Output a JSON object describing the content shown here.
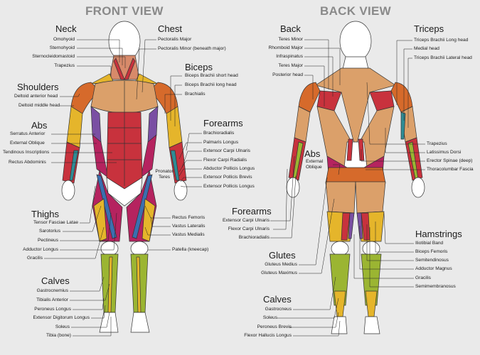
{
  "colors": {
    "background": "#eaeaea",
    "skin": "#ffffff",
    "outline": "#333333",
    "muscle_tan": "#dba06a",
    "muscle_red": "#c8323d",
    "muscle_magenta": "#b5235f",
    "muscle_yellow": "#e5b52b",
    "muscle_green": "#9bb532",
    "muscle_teal": "#2f8c95",
    "muscle_purple": "#7a4fa3",
    "muscle_orange": "#d66a2b",
    "muscle_blue": "#3b6fb0",
    "title_gray": "#8a8a8a"
  },
  "front": {
    "title": "FRONT VIEW",
    "neck": {
      "title": "Neck",
      "items": [
        "Omohyoid",
        "Sternohyoid",
        "Sternocleidomastoid",
        "Trapezius"
      ]
    },
    "shoulders": {
      "title": "Shoulders",
      "items": [
        "Deltoid anterior head",
        "Deltoid middle head"
      ]
    },
    "abs": {
      "title": "Abs",
      "items": [
        "Serratus Anterior",
        "External Oblique",
        "Tendinous Inscriptions",
        "Rectus Abdominis"
      ]
    },
    "thighs": {
      "title": "Thighs",
      "items": [
        "Tensor Fasciae Latae",
        "Sarotorius",
        "Pectineus",
        "Adductor Longus",
        "Gracilis"
      ]
    },
    "calves": {
      "title": "Calves",
      "items": [
        "Gastrocnemius",
        "Tibialis Anterior",
        "Peroneus Longus",
        "Extensor Digitorum Longus",
        "Soleus",
        "Tibia (bone)"
      ]
    },
    "chest": {
      "title": "Chest",
      "items": [
        "Pectoralis Major",
        "Pectoralis Minor (beneath major)"
      ]
    },
    "biceps": {
      "title": "Biceps",
      "items": [
        "Biceps Brachii short head",
        "Biceps Brachii long head",
        "Brachialis"
      ]
    },
    "forearms": {
      "title": "Forearms",
      "items": [
        "Brachioradialis",
        "Palmaris Longus",
        "Extensor Carpi Ulnaris",
        "Flexor Carpi Radialis",
        "Abductor Pollicis Longus",
        "Extensor Pollicis Brevis",
        "Extensor Pollicis Longus"
      ]
    },
    "pronator": "Pronator Teres",
    "legs": {
      "items": [
        "Rectus Femoris",
        "Vastus Lateralis",
        "Vastus Medialis",
        "Patella (kneecap)"
      ]
    }
  },
  "back": {
    "title": "BACK VIEW",
    "back": {
      "title": "Back",
      "items": [
        "Teres Minor",
        "Rhomboid Major",
        "Infraspinatus",
        "Teres Major",
        "Posterior head"
      ]
    },
    "triceps": {
      "title": "Triceps",
      "items": [
        "Triceps Brachii Long head",
        "Medial head",
        "Triceps Brachii Lateral head"
      ]
    },
    "abs": {
      "title": "Abs",
      "sub": "External Oblique"
    },
    "right": {
      "items": [
        "Trapezius",
        "Latissimus Dorsi",
        "Erector Spinae (deep)",
        "Thoracolumbar Fascia"
      ]
    },
    "forearms": {
      "title": "Forearms",
      "items": [
        "Extensor Carpi Ulnaris",
        "Flexor Carpi Ulnaris",
        "Brachioradialis"
      ]
    },
    "glutes": {
      "title": "Glutes",
      "items": [
        "Gluteus Medius",
        "Gluteus Maximus"
      ]
    },
    "hamstrings": {
      "title": "Hamstrings",
      "items": [
        "Iliotibial Band",
        "Biceps Femoris",
        "Semitendinosus",
        "Adductor Magnus",
        "Gracilis",
        "Semimembranosus"
      ]
    },
    "calves": {
      "title": "Calves",
      "items": [
        "Gastrocneus",
        "Soleus",
        "Peroneus Brevis",
        "Flexor Hallucis Longus"
      ]
    }
  }
}
